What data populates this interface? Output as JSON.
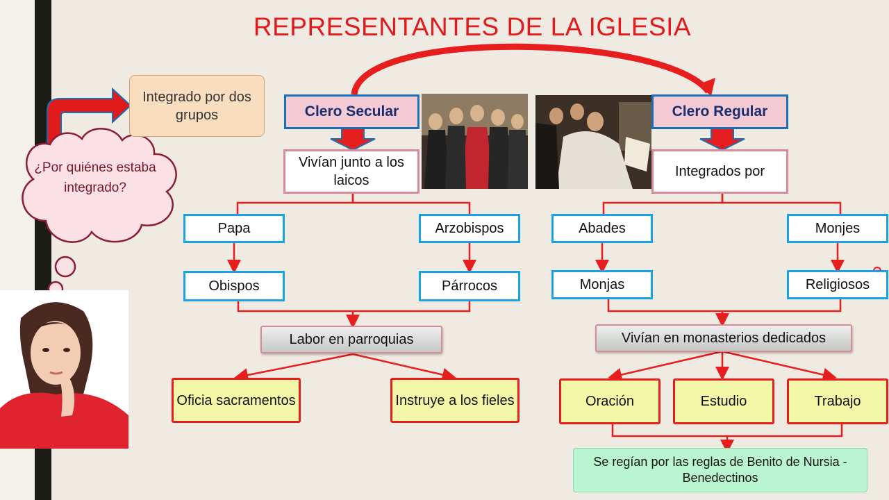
{
  "title": "REPRESENTANTES DE LA IGLESIA",
  "question": "¿Por quiénes estaba integrado?",
  "callout": "Integrado por dos grupos",
  "secular": {
    "header": "Clero Secular",
    "sub": "Vivían junto a los laicos",
    "left": [
      "Papa",
      "Obispos"
    ],
    "right": [
      "Arzobispos",
      "Párrocos"
    ],
    "labor": "Labor en parroquias",
    "out1": "Oficia sacramentos",
    "out2": "Instruye a los fieles"
  },
  "regular": {
    "header": "Clero Regular",
    "sub": "Integrados por",
    "left": [
      "Abades",
      "Monjas"
    ],
    "right": [
      "Monjes",
      "Religiosos"
    ],
    "labor": "Vivían en monasterios dedicados",
    "out": [
      "Oración",
      "Estudio",
      "Trabajo"
    ],
    "rule": "Se regían por las reglas de Benito de Nursia - Benedectinos"
  },
  "colors": {
    "title": "#e11b1b",
    "blue_border": "#1aa2e2",
    "header_fill": "#f4cbd5",
    "connector": "#e61e1e",
    "yellow_fill": "#f2f7a7"
  },
  "icons": [
    "curved-arrow-icon",
    "down-arrow-icon",
    "thought-cloud-icon",
    "bent-arrow-icon"
  ]
}
